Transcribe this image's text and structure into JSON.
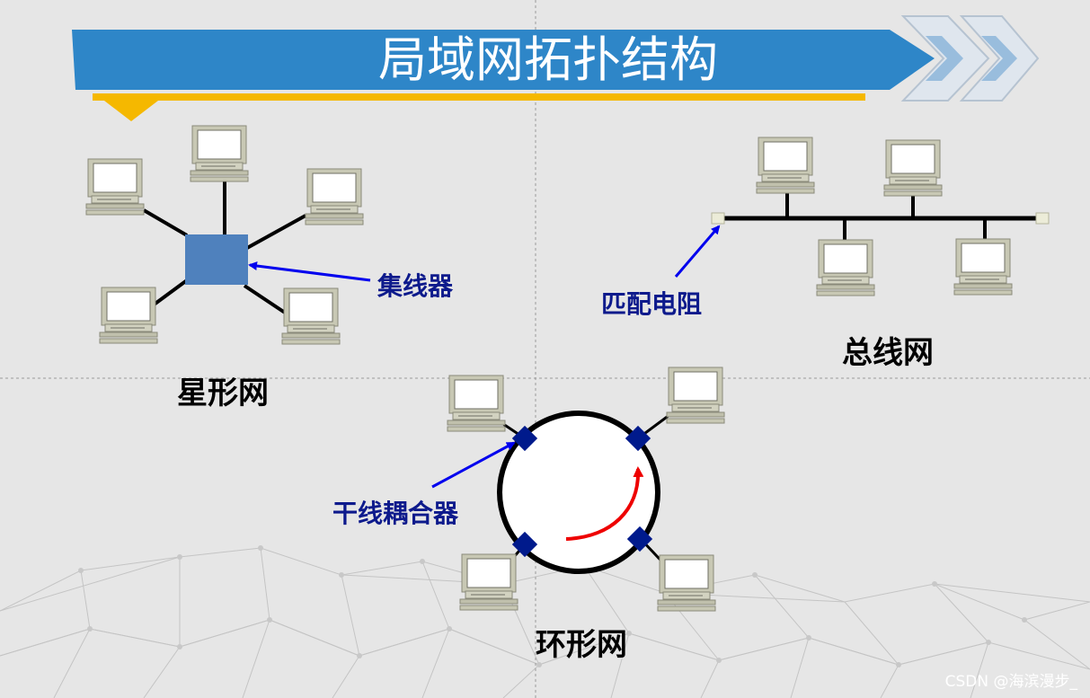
{
  "title": "局域网拓扑结构",
  "labels": {
    "hub": "集线器",
    "star": "星形网",
    "terminator": "匹配电阻",
    "bus": "总线网",
    "coupler": "干线耦合器",
    "ring": "环形网"
  },
  "watermark": "CSDN @海滨漫步_",
  "colors": {
    "banner": "#2e86c8",
    "banner_stripe": "#f5b800",
    "hub": "#4f81bd",
    "callout_text": "#0d1a8c",
    "arrow": "#0000ee",
    "coupler": "#001a8c",
    "ring_arrow": "#ee0000"
  }
}
